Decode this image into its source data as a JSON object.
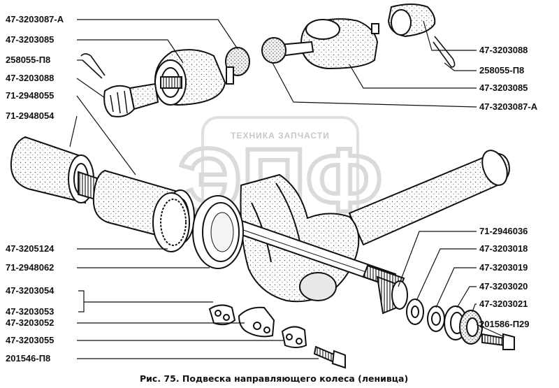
{
  "labels_left": [
    "47-3203087-А",
    "47-3203085",
    "258055-П8",
    "47-3203088",
    "71-2948055",
    "71-2948054",
    "47-3205124",
    "71-2948062",
    "47-3203054",
    "47-3203053",
    "47-3203052",
    "47-3203055",
    "201546-П8"
  ],
  "labels_right": [
    "47-3203088",
    "258055-П8",
    "47-3203085",
    "47-3203087-А",
    "71-2946036",
    "47-3203018",
    "47-3203019",
    "47-3203020",
    "47-3203021",
    "201586-П29"
  ],
  "watermark": {
    "line": "ТЕХНИКА ЗАПЧАСТИ",
    "logo": "ЭПФ"
  },
  "caption": "Рис. 75. Подвеска направляющего колеса (ленивца)"
}
